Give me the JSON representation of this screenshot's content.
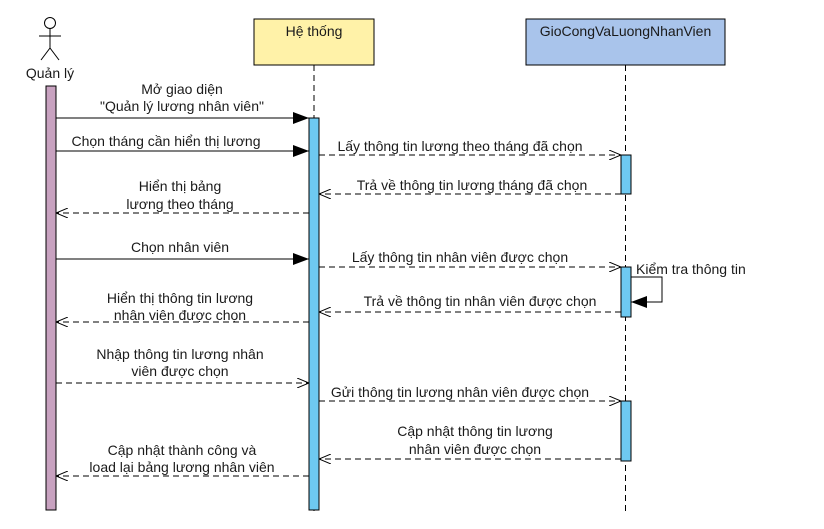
{
  "actors": {
    "manager": {
      "label": "Quản lý"
    },
    "system": {
      "label": "Hệ thống",
      "fill": "#fff2a8",
      "bar_fill": "#6ec9f1"
    },
    "store": {
      "label": "GioCongVaLuongNhanVien",
      "fill": "#a9c4eb",
      "bar_fill": "#6ec9f1"
    },
    "manager_bar_fill": "#c8a2c0"
  },
  "messages": [
    {
      "id": "open-ui",
      "line1": "Mở giao diện",
      "line2": "\"Quản lý lương nhân viên\""
    },
    {
      "id": "choose-month",
      "line1": "Chọn tháng cần hiển thị lương"
    },
    {
      "id": "get-salary-by-month",
      "line1": "Lấy thông tin lương theo tháng đã chọn"
    },
    {
      "id": "return-salary-by-month",
      "line1": "Trả về thông tin lương tháng đã chọn"
    },
    {
      "id": "show-salary-table",
      "line1": "Hiển thị bảng",
      "line2": "lương theo tháng"
    },
    {
      "id": "choose-employee",
      "line1": "Chọn nhân viên"
    },
    {
      "id": "get-employee-info",
      "line1": "Lấy thông tin nhân viên được chọn"
    },
    {
      "id": "check-info",
      "line1": "Kiểm tra thông tin"
    },
    {
      "id": "return-employee-info",
      "line1": "Trả về thông tin nhân viên được chọn"
    },
    {
      "id": "show-employee-salary",
      "line1": "Hiển thị thông tin lương",
      "line2": "nhân viên được chọn"
    },
    {
      "id": "enter-salary",
      "line1": "Nhập thông tin lương nhân",
      "line2": "viên được chọn"
    },
    {
      "id": "send-salary",
      "line1": "Gửi thông tin lương nhân viên được chọn"
    },
    {
      "id": "update-salary",
      "line1": "Cập nhật thông tin lương",
      "line2": "nhân viên được chọn"
    },
    {
      "id": "update-success",
      "line1": "Cập nhật thành công và",
      "line2": "load lại bảng lương nhân viên"
    }
  ]
}
